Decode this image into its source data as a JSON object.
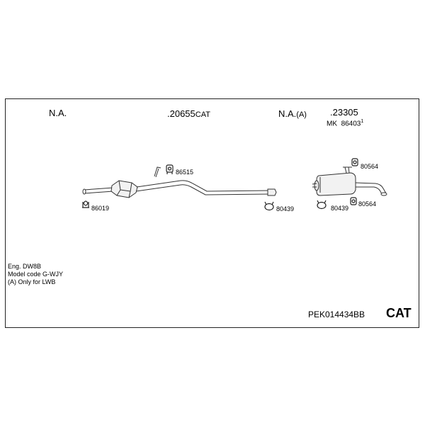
{
  "header": {
    "col1": "N.A.",
    "col2_part": ".20655",
    "col2_suffix": "CAT",
    "col3": "N.A.",
    "col3_suffix": "(A)",
    "col4_part": ".23305",
    "col4_kit_prefix": "MK",
    "col4_kit": "86403",
    "col4_kit_sup": "1"
  },
  "callouts": {
    "front_clamp": "86019",
    "front_hanger": "86515",
    "mid_clamp": "80439",
    "rear_hanger_top": "80564",
    "rear_clamp": "80439",
    "rear_hanger_bottom": "80564"
  },
  "notes": {
    "line1": "Eng. DW8B",
    "line2": "Model code G-WJY",
    "line3": "(A) Only for LWB"
  },
  "footer": {
    "code": "PEK014434BB",
    "type": "CAT"
  }
}
